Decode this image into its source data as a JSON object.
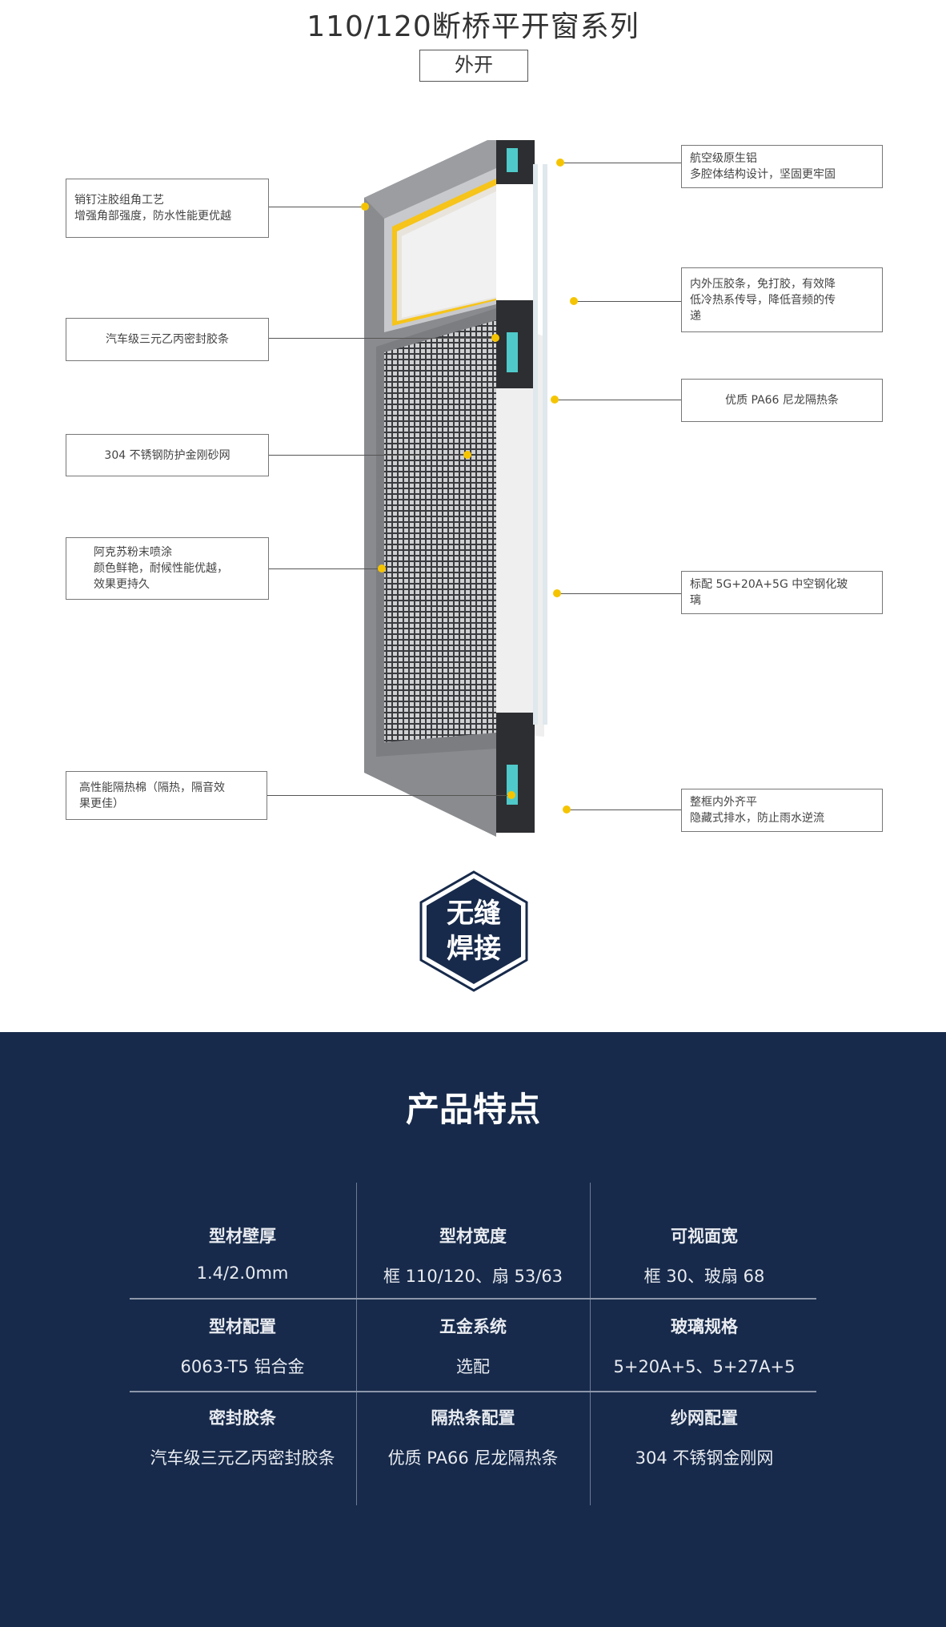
{
  "header": {
    "title": "110/120断桥平开窗系列",
    "subtitle": "外开"
  },
  "callouts_left": [
    {
      "lines": [
        "销钉注胶组角工艺",
        "增强角部强度，防水性能更优越"
      ]
    },
    {
      "lines": [
        "汽车级三元乙丙密封胶条"
      ]
    },
    {
      "lines": [
        "304 不锈钢防护金刚砂网"
      ]
    },
    {
      "lines": [
        "阿克苏粉末喷涂",
        "颜色鲜艳，耐候性能优越，",
        "效果更持久"
      ]
    },
    {
      "lines": [
        "高性能隔热棉（隔热，隔音效",
        "果更佳）"
      ]
    }
  ],
  "callouts_right": [
    {
      "lines": [
        "航空级原生铝",
        "多腔体结构设计，坚固更牢固"
      ]
    },
    {
      "lines": [
        "内外压胶条，免打胶，有效降",
        "低冷热系传导，降低音频的传",
        "递"
      ]
    },
    {
      "lines": [
        "优质 PA66 尼龙隔热条"
      ]
    },
    {
      "lines": [
        "标配 5G+20A+5G 中空钢化玻",
        "璃"
      ]
    },
    {
      "lines": [
        "整框内外齐平",
        "隐藏式排水，防止雨水逆流"
      ]
    }
  ],
  "badge": {
    "line1": "无缝",
    "line2": "焊接"
  },
  "features": {
    "title": "产品特点",
    "cells": [
      {
        "label": "型材壁厚",
        "value": "1.4/2.0mm"
      },
      {
        "label": "型材宽度",
        "value": "框 110/120、扇 53/63"
      },
      {
        "label": "可视面宽",
        "value": "框 30、玻扇 68"
      },
      {
        "label": "型材配置",
        "value": "6063-T5 铝合金"
      },
      {
        "label": "五金系统",
        "value": "选配"
      },
      {
        "label": "玻璃规格",
        "value": "5+20A+5、5+27A+5"
      },
      {
        "label": "密封胶条",
        "value": "汽车级三元乙丙密封胶条"
      },
      {
        "label": "隔热条配置",
        "value": "优质 PA66 尼龙隔热条"
      },
      {
        "label": "纱网配置",
        "value": "304 不锈钢金刚网"
      }
    ]
  },
  "colors": {
    "navy": "#172a4b",
    "accent": "#f5c400",
    "frame": "#85868a"
  }
}
